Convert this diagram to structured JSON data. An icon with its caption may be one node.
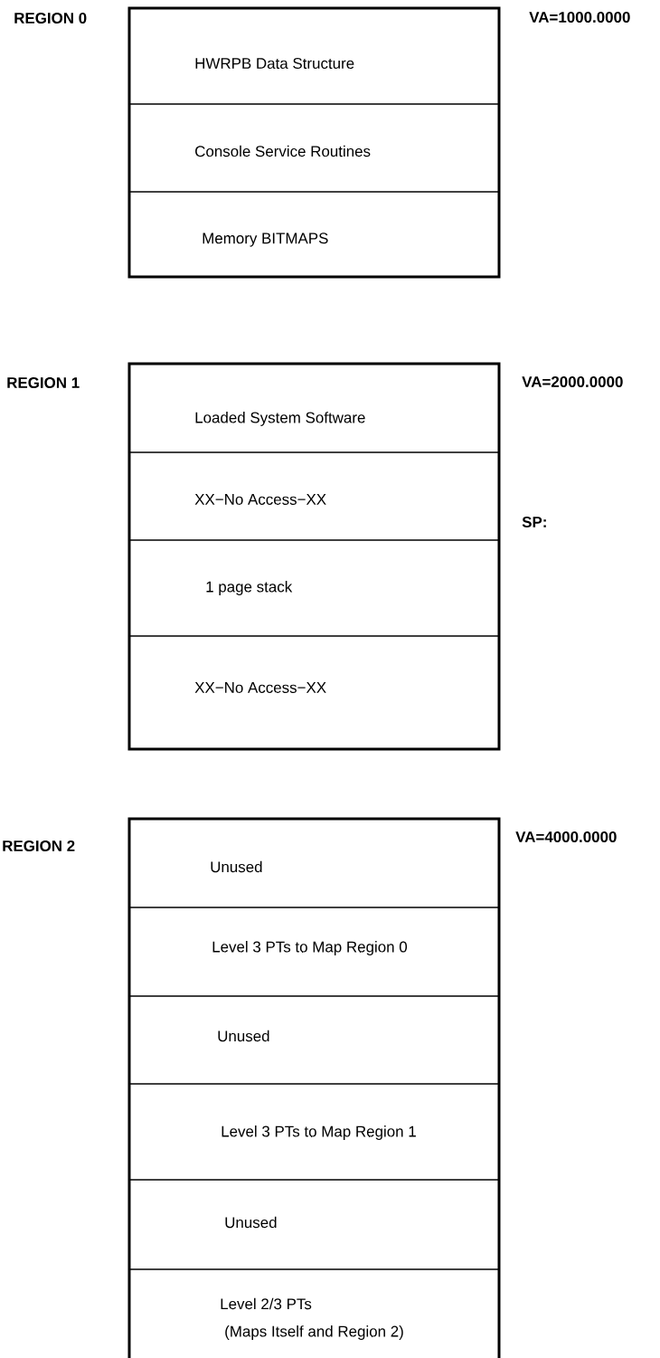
{
  "diagram": {
    "nodes": [
      {
        "text": [
          "REGION 0"
        ],
        "beside": [
          "VA=1000.0000"
        ]
      },
      {
        "text": [
          "HWRPB Data Structure"
        ],
        "in": 0
      },
      {
        "text": [
          "Console Service Routines"
        ],
        "in": 0
      },
      {
        "text": [
          "Memory BITMAPS"
        ],
        "in": 0
      },
      {
        "text": [
          "REGION 1"
        ],
        "beside": [
          "VA=2000.0000"
        ]
      },
      {
        "text": [
          "Loaded System Software"
        ],
        "in": 4
      },
      {
        "text": [
          "XX−No Access−XX"
        ],
        "in": 4
      },
      {
        "text": [
          "1 page stack"
        ],
        "in": 4
      },
      {
        "text": [
          "XX−No Access−XX"
        ],
        "in": 4
      },
      {
        "text": [
          "REGION 2"
        ],
        "beside": [
          "VA=4000.0000"
        ]
      },
      {
        "text": [
          "Unused"
        ],
        "in": 9
      },
      {
        "text": [
          "Level 3 PTs to Map Region 0"
        ],
        "in": 9
      },
      {
        "text": [
          "Unused"
        ],
        "in": 9
      },
      {
        "text": [
          "Level 3 PTs to Map Region 1"
        ],
        "in": 9
      },
      {
        "text": [
          "Unused"
        ],
        "in": 9
      },
      {
        "text": [
          "Level 2/3 PTs",
          "(Maps Itself and Region 2)"
        ],
        "in": 9
      }
    ],
    "labels": [
      "SP:"
    ]
  }
}
